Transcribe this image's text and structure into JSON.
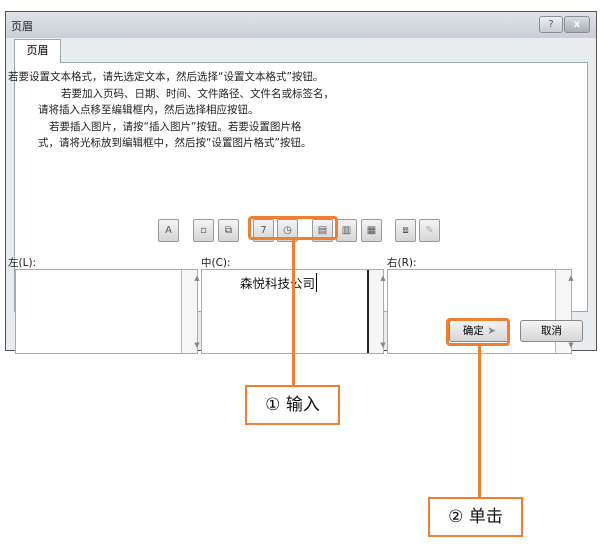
{
  "dialog": {
    "title": "页眉",
    "help": "?",
    "close": "x",
    "tab": "页眉"
  },
  "instructions": [
    "若要设置文本格式，请先选定文本，然后选择“设置文本格式”按钮。",
    "若要加入页码、日期、时间、文件路径、文件名或标签名，",
    "请将插入点移至编辑框内，然后选择相应按钮。",
    "若要插入图片，请按“插入图片”按钮。若要设置图片格",
    "式，请将光标放到编辑框中，然后按“设置图片格式”按钮。"
  ],
  "toolbar": [
    {
      "icon": "format-text-icon",
      "glyph": "A"
    },
    {
      "icon": "page-number-icon",
      "glyph": "▫"
    },
    {
      "icon": "number-of-pages-icon",
      "glyph": "⧉"
    },
    {
      "icon": "date-icon",
      "glyph": "7"
    },
    {
      "icon": "time-icon",
      "glyph": "◷"
    },
    {
      "icon": "file-path-icon",
      "glyph": "▤"
    },
    {
      "icon": "file-name-icon",
      "glyph": "▥"
    },
    {
      "icon": "sheet-name-icon",
      "glyph": "▦"
    },
    {
      "icon": "insert-picture-icon",
      "glyph": "⧈"
    },
    {
      "icon": "format-picture-icon",
      "glyph": "✎"
    }
  ],
  "sections": {
    "left": {
      "label": "左(L):",
      "value": ""
    },
    "center": {
      "label": "中(C):",
      "value": "森悦科技公司"
    },
    "right": {
      "label": "右(R):",
      "value": ""
    }
  },
  "buttons": {
    "ok": "确定",
    "cancel": "取消"
  },
  "callouts": {
    "step1": "① 输入",
    "step2": "② 单击"
  },
  "colors": {
    "accent": "#ee7f33"
  }
}
